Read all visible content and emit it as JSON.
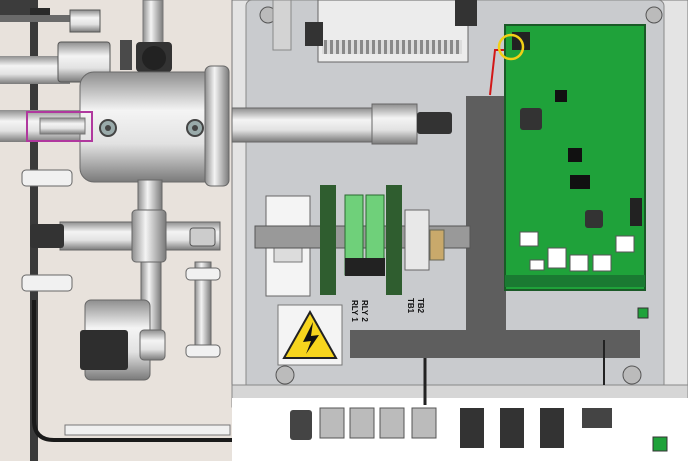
{
  "labels": {
    "rly1": "RLY 1",
    "rly2": "RLY 2",
    "tb1": "TB1",
    "tb2": "TB2"
  },
  "highlights": {
    "purple": "#b0389e",
    "yellow": "#f2d016",
    "board_green": "#1fa23a",
    "warning_yellow": "#f7d51d"
  }
}
